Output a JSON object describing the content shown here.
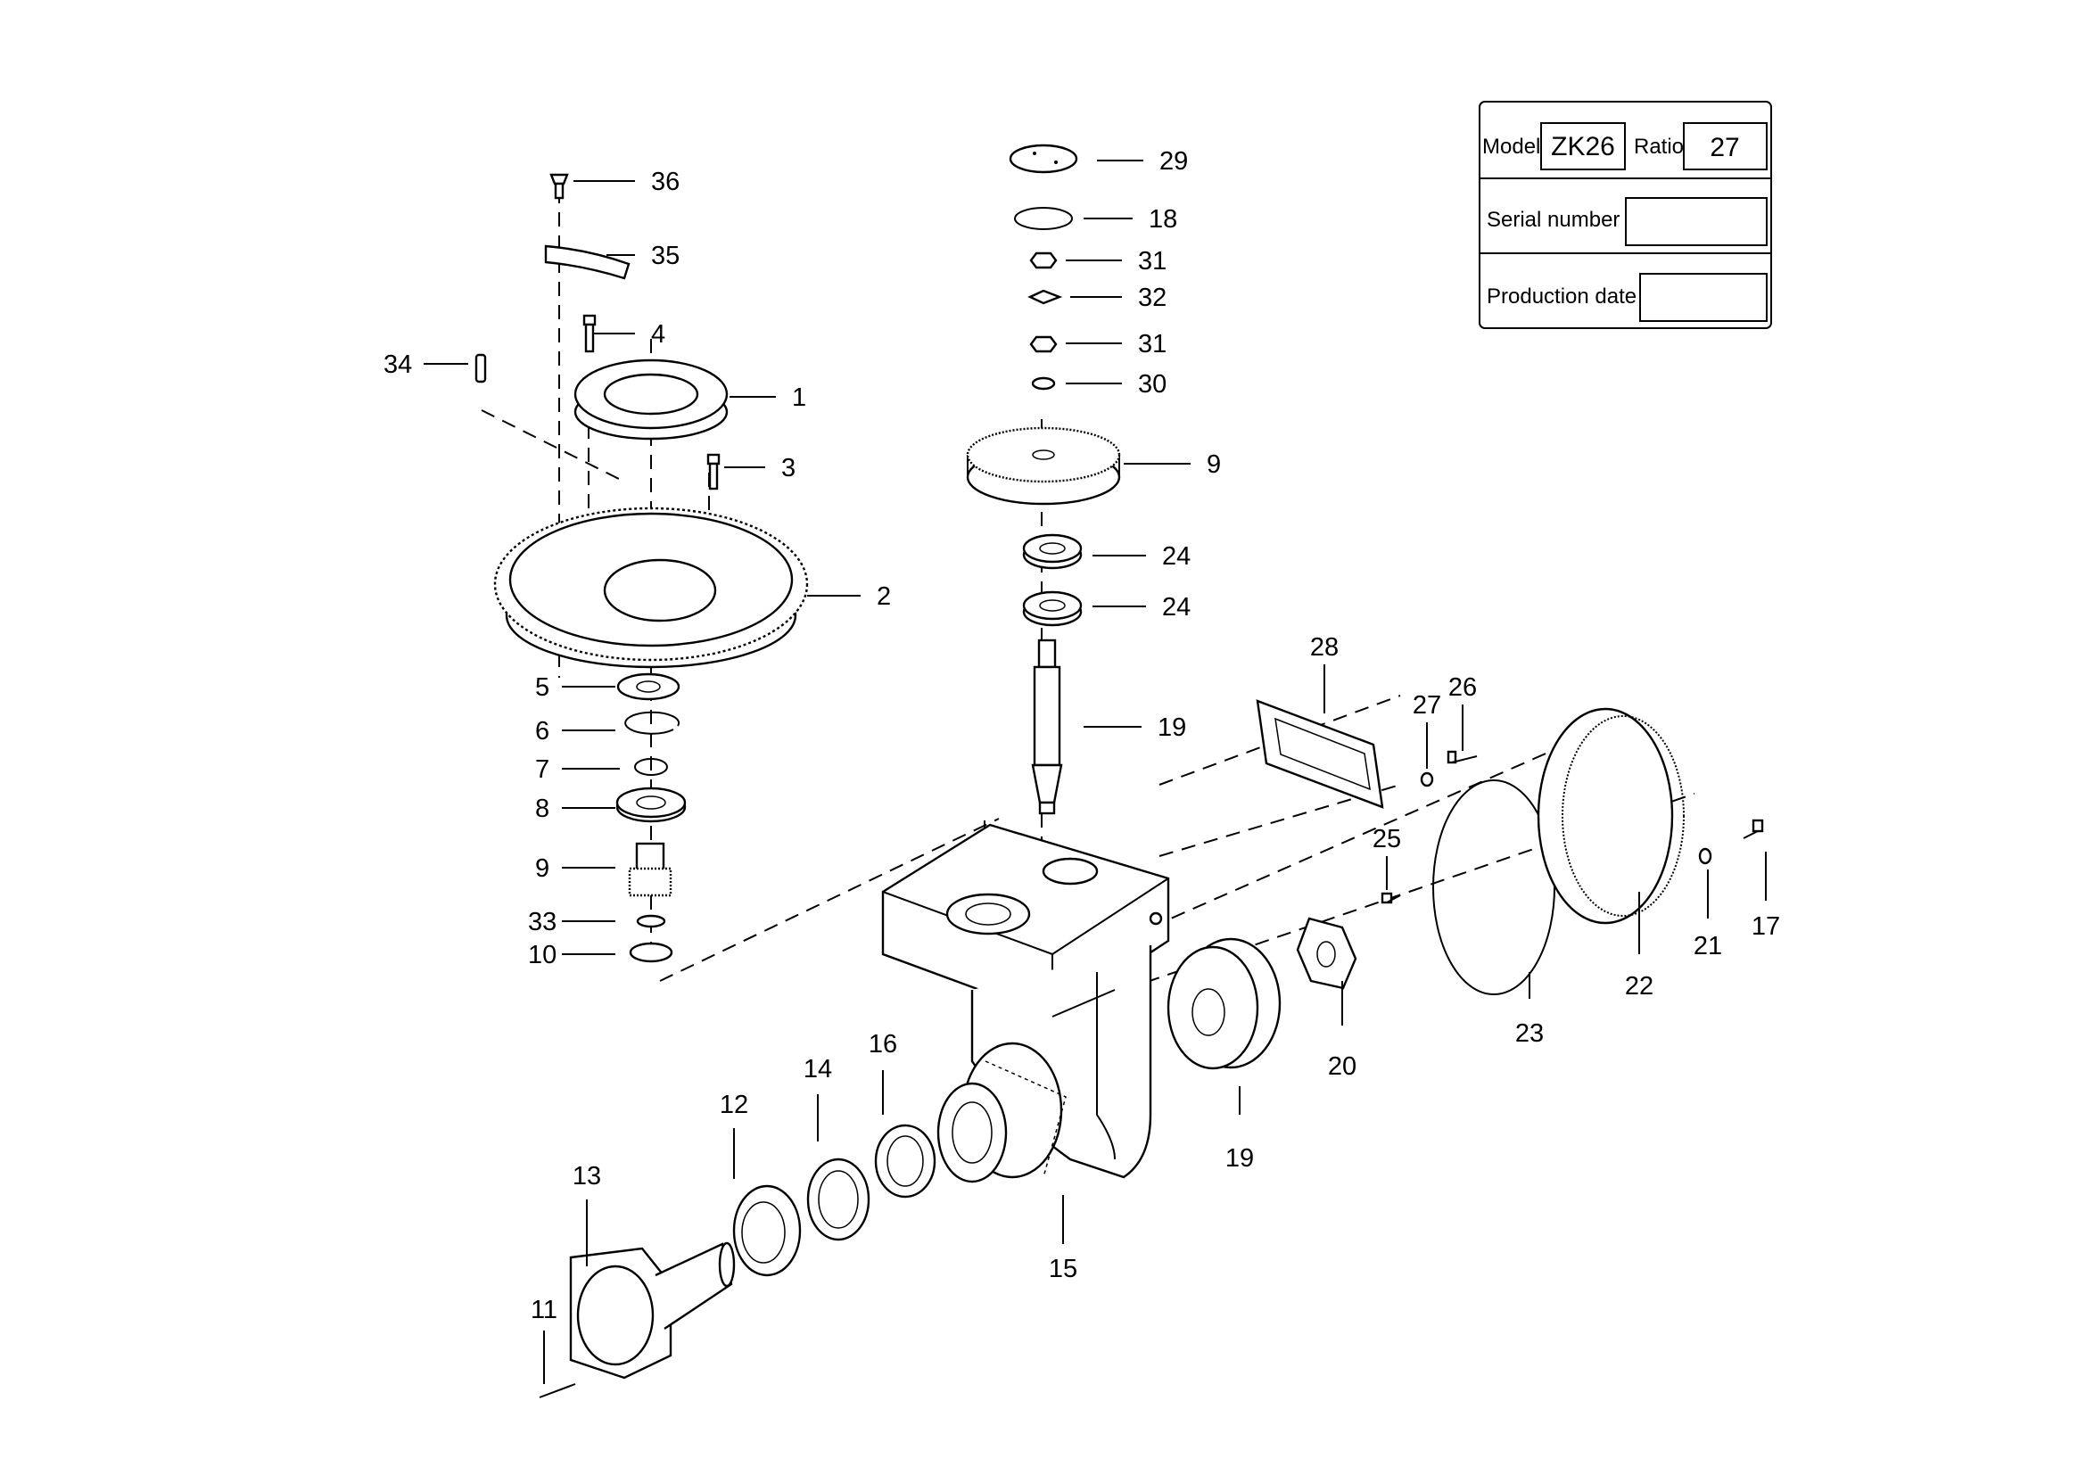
{
  "info_box": {
    "model_label": "Model",
    "model_value": "ZK26",
    "ratio_label": "Ratio",
    "ratio_value": "27",
    "serial_label": "Serial number",
    "serial_value": "",
    "production_label": "Production date",
    "production_value": ""
  },
  "callouts": [
    {
      "id": "c36",
      "text": "36"
    },
    {
      "id": "c35",
      "text": "35"
    },
    {
      "id": "c4",
      "text": "4"
    },
    {
      "id": "c34",
      "text": "34"
    },
    {
      "id": "c1",
      "text": "1"
    },
    {
      "id": "c3",
      "text": "3"
    },
    {
      "id": "c2",
      "text": "2"
    },
    {
      "id": "c5",
      "text": "5"
    },
    {
      "id": "c6",
      "text": "6"
    },
    {
      "id": "c7",
      "text": "7"
    },
    {
      "id": "c8",
      "text": "8"
    },
    {
      "id": "c9a",
      "text": "9"
    },
    {
      "id": "c33",
      "text": "33"
    },
    {
      "id": "c10",
      "text": "10"
    },
    {
      "id": "c29",
      "text": "29"
    },
    {
      "id": "c18",
      "text": "18"
    },
    {
      "id": "c31a",
      "text": "31"
    },
    {
      "id": "c32",
      "text": "32"
    },
    {
      "id": "c31b",
      "text": "31"
    },
    {
      "id": "c30",
      "text": "30"
    },
    {
      "id": "c9b",
      "text": "9"
    },
    {
      "id": "c24a",
      "text": "24"
    },
    {
      "id": "c24b",
      "text": "24"
    },
    {
      "id": "c19a",
      "text": "19"
    },
    {
      "id": "c28",
      "text": "28"
    },
    {
      "id": "c27",
      "text": "27"
    },
    {
      "id": "c26",
      "text": "26"
    },
    {
      "id": "c25",
      "text": "25"
    },
    {
      "id": "c17",
      "text": "17"
    },
    {
      "id": "c21",
      "text": "21"
    },
    {
      "id": "c22",
      "text": "22"
    },
    {
      "id": "c23",
      "text": "23"
    },
    {
      "id": "c20",
      "text": "20"
    },
    {
      "id": "c19b",
      "text": "19"
    },
    {
      "id": "c16",
      "text": "16"
    },
    {
      "id": "c14",
      "text": "14"
    },
    {
      "id": "c12",
      "text": "12"
    },
    {
      "id": "c13",
      "text": "13"
    },
    {
      "id": "c15",
      "text": "15"
    },
    {
      "id": "c11",
      "text": "11"
    }
  ]
}
